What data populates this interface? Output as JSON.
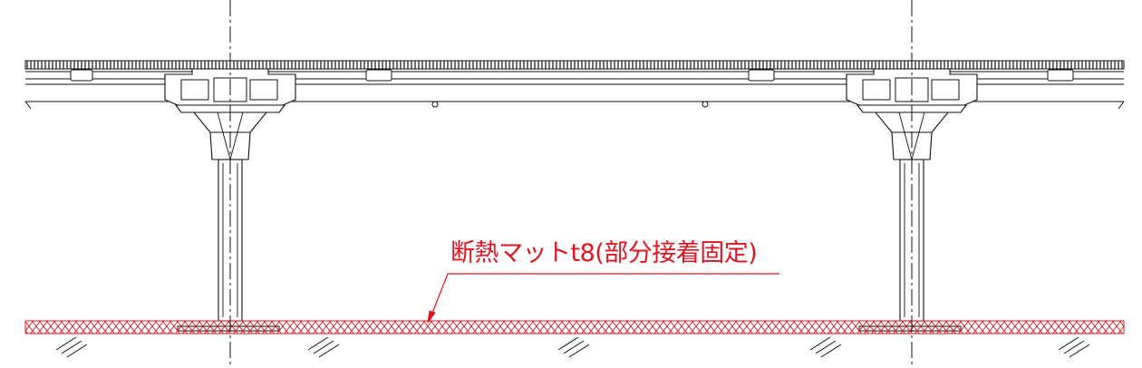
{
  "annotation": {
    "text": "断熱マットt8(部分接着固定)",
    "color": "#e0141e"
  },
  "colors": {
    "line": "#111111",
    "insulation": "#e0141e",
    "background": "#ffffff"
  },
  "parts": {
    "floor_panel": "floor-panel",
    "support_pedestals": 2,
    "insulation_mat": "insulation-mat",
    "slab_hatch_marks": 5
  }
}
